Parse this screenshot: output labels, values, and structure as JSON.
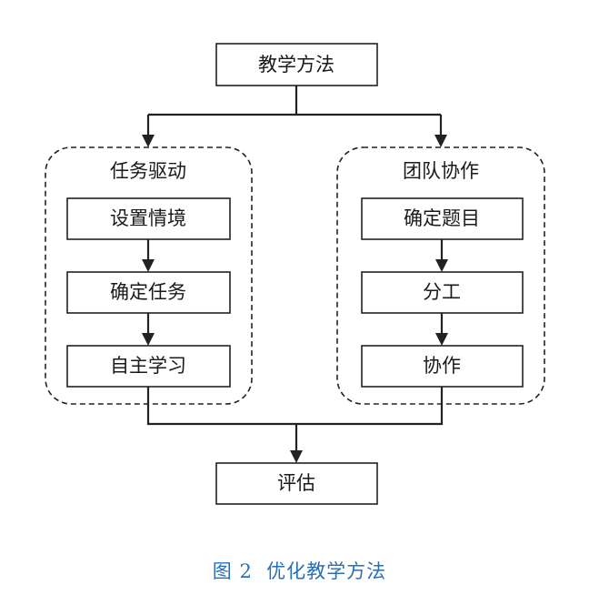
{
  "colors": {
    "line": "#222222",
    "text": "#1a1a1a",
    "caption": "#2a6fb5"
  },
  "diagram": {
    "root": "教学方法",
    "groups": [
      {
        "title": "任务驱动",
        "steps": [
          "设置情境",
          "确定任务",
          "自主学习"
        ]
      },
      {
        "title": "团队协作",
        "steps": [
          "确定题目",
          "分工",
          "协作"
        ]
      }
    ],
    "result": "评估"
  },
  "caption": "图 2  优化教学方法"
}
